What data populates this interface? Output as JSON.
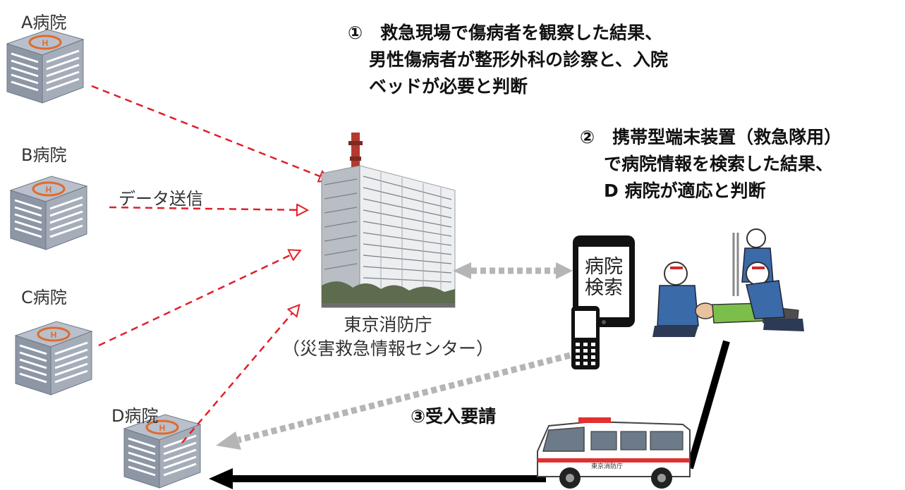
{
  "hospitals": [
    {
      "label": "A病院"
    },
    {
      "label": "B病院"
    },
    {
      "label": "C病院"
    },
    {
      "label": "D病院"
    }
  ],
  "send_label": "データ送信",
  "headquarters": {
    "name": "東京消防庁",
    "subname": "（災害救急情報センター）"
  },
  "steps": {
    "step1": {
      "line1": "①　救急現場で傷病者を観察した結果、",
      "line2": "男性傷病者が整形外科の診察と、入院",
      "line3": "ベッドが必要と判断"
    },
    "step2": {
      "line1": "②　携帯型端末装置（救急隊用）",
      "line2": "で病院情報を検索した結果、",
      "line3": "D 病院が適応と判断"
    },
    "step3": {
      "label": "③受入要請"
    }
  },
  "tablet": {
    "line1": "病院",
    "line2": "検索"
  },
  "ambulance": {
    "side_text": "東京消防庁"
  },
  "colors": {
    "dashed_red": "#e0202a",
    "dotted_gray": "#b5b5b5",
    "arrow_black": "#000000",
    "building_gray": "#8d96a4",
    "helipad_orange": "#e06a2c"
  },
  "icons": {
    "hospital": "hospital-building-icon",
    "tower": "office-tower-icon",
    "tablet": "tablet-icon",
    "phone": "mobile-phone-icon",
    "paramedics": "paramedics-scene-icon",
    "ambulance": "ambulance-icon"
  }
}
